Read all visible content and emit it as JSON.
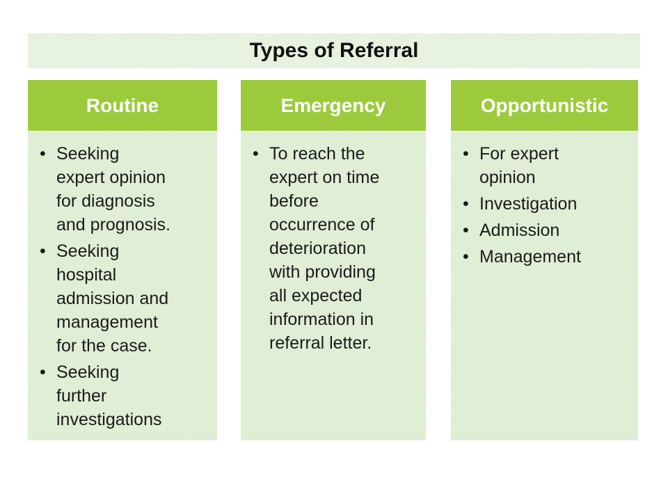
{
  "slide": {
    "title": "Types of Referral"
  },
  "colors": {
    "header_green": "#9bcb3d",
    "body_light_green": "#dfeed6",
    "title_bar_light_green": "#e7f2e0",
    "header_text": "#ffffff",
    "body_text": "#1a1a1a",
    "title_text": "#111111",
    "background": "#ffffff"
  },
  "columns": [
    {
      "title": "Routine",
      "bullets": [
        "Seeking\nexpert opinion\nfor diagnosis\nand prognosis.",
        "Seeking\nhospital\nadmission and\nmanagement\nfor the case.",
        "Seeking\nfurther\ninvestigations"
      ]
    },
    {
      "title": "Emergency",
      "bullets": [
        "To reach the\nexpert on time\nbefore\noccurrence of\ndeterioration\nwith providing\nall expected\ninformation in\nreferral letter."
      ]
    },
    {
      "title": "Opportunistic",
      "bullets": [
        "For expert\nopinion",
        "Investigation",
        "Admission",
        "Management"
      ]
    }
  ]
}
